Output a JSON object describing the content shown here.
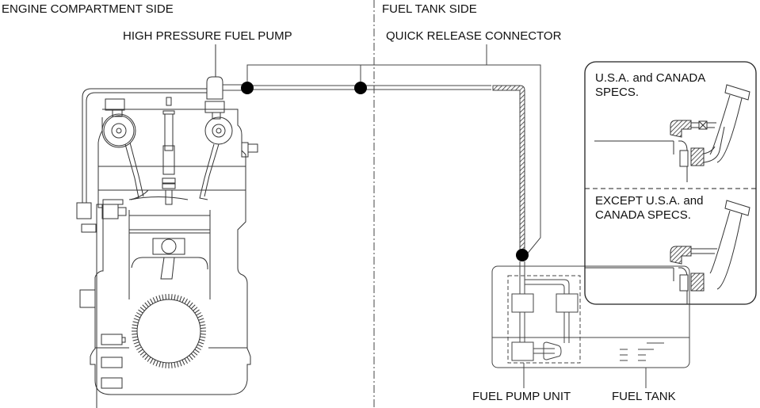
{
  "diagram": {
    "title_left": "ENGINE COMPARTMENT SIDE",
    "title_right": "FUEL TANK SIDE",
    "callouts": {
      "high_pressure_fuel_pump": "HIGH PRESSURE FUEL PUMP",
      "quick_release_connector": "QUICK RELEASE CONNECTOR",
      "fuel_pump_unit": "FUEL PUMP UNIT",
      "fuel_tank": "FUEL TANK"
    },
    "inset": {
      "top_label_line1": "U.S.A. and CANADA",
      "top_label_line2": "SPECS.",
      "bottom_label_line1": "EXCEPT U.S.A. and",
      "bottom_label_line2": "CANADA SPECS."
    }
  }
}
